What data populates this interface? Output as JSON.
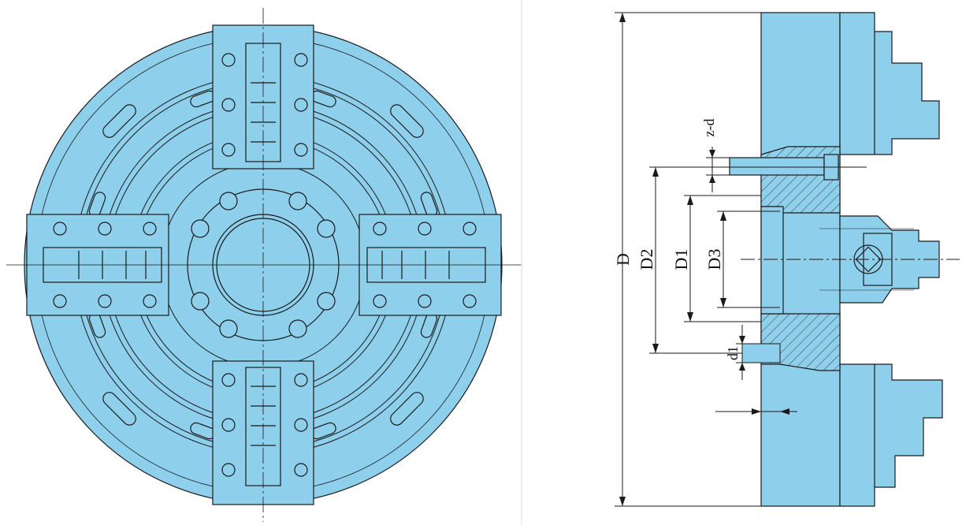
{
  "colors": {
    "fill": "#8ecfec",
    "stroke": "#1a1a1a",
    "hatch": "#3a3a3a",
    "background": "#ffffff"
  },
  "labels": {
    "D": "D",
    "D2": "D2",
    "D1": "D1",
    "D3": "D3",
    "z_d": "z-d",
    "d1": "d1"
  }
}
